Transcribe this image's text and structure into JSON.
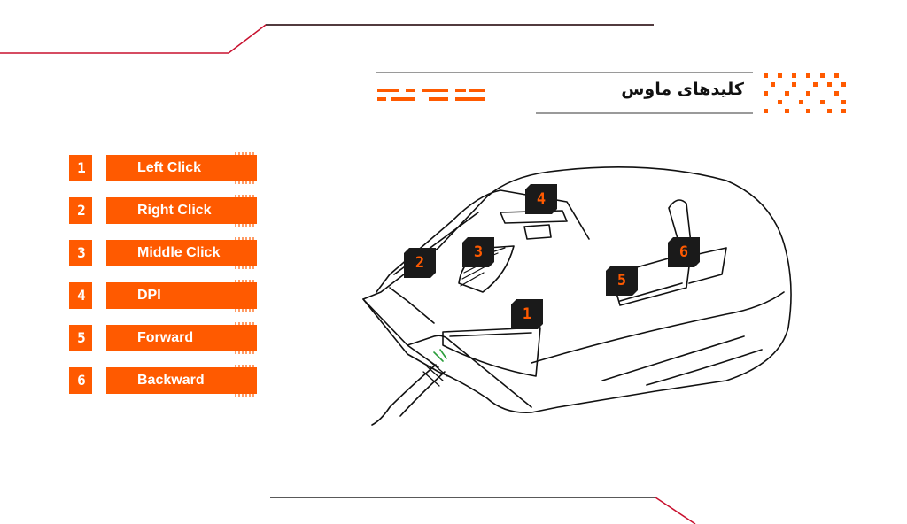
{
  "header": {
    "title": "کلیدهای ماوس"
  },
  "colors": {
    "accent": "#ff5a00",
    "line_red": "#c8102e",
    "dark": "#1a1a1a",
    "gray": "#9a9a9a"
  },
  "legend": [
    {
      "number": "1",
      "label": "Left Click"
    },
    {
      "number": "2",
      "label": "Right Click"
    },
    {
      "number": "3",
      "label": "Middle Click"
    },
    {
      "number": "4",
      "label": "DPI"
    },
    {
      "number": "5",
      "label": "Forward"
    },
    {
      "number": "6",
      "label": "Backward"
    }
  ],
  "callouts": [
    "1",
    "2",
    "3",
    "4",
    "5",
    "6"
  ]
}
